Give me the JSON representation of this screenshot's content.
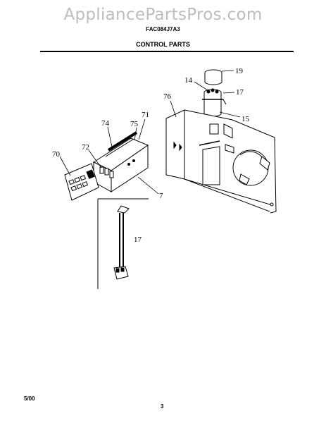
{
  "header": {
    "watermark": "AppliancePartsPros.com",
    "model_number": "FAC084J7A3",
    "section_title": "CONTROL PARTS"
  },
  "footer": {
    "date": "5/00",
    "page_number": "3"
  },
  "callouts": {
    "c19": "19",
    "c14": "14",
    "c17_top": "17",
    "c15": "15",
    "c76": "76",
    "c71": "71",
    "c74": "74",
    "c75": "75",
    "c72": "72",
    "c70": "70",
    "c7": "7",
    "c17_inset": "17"
  }
}
